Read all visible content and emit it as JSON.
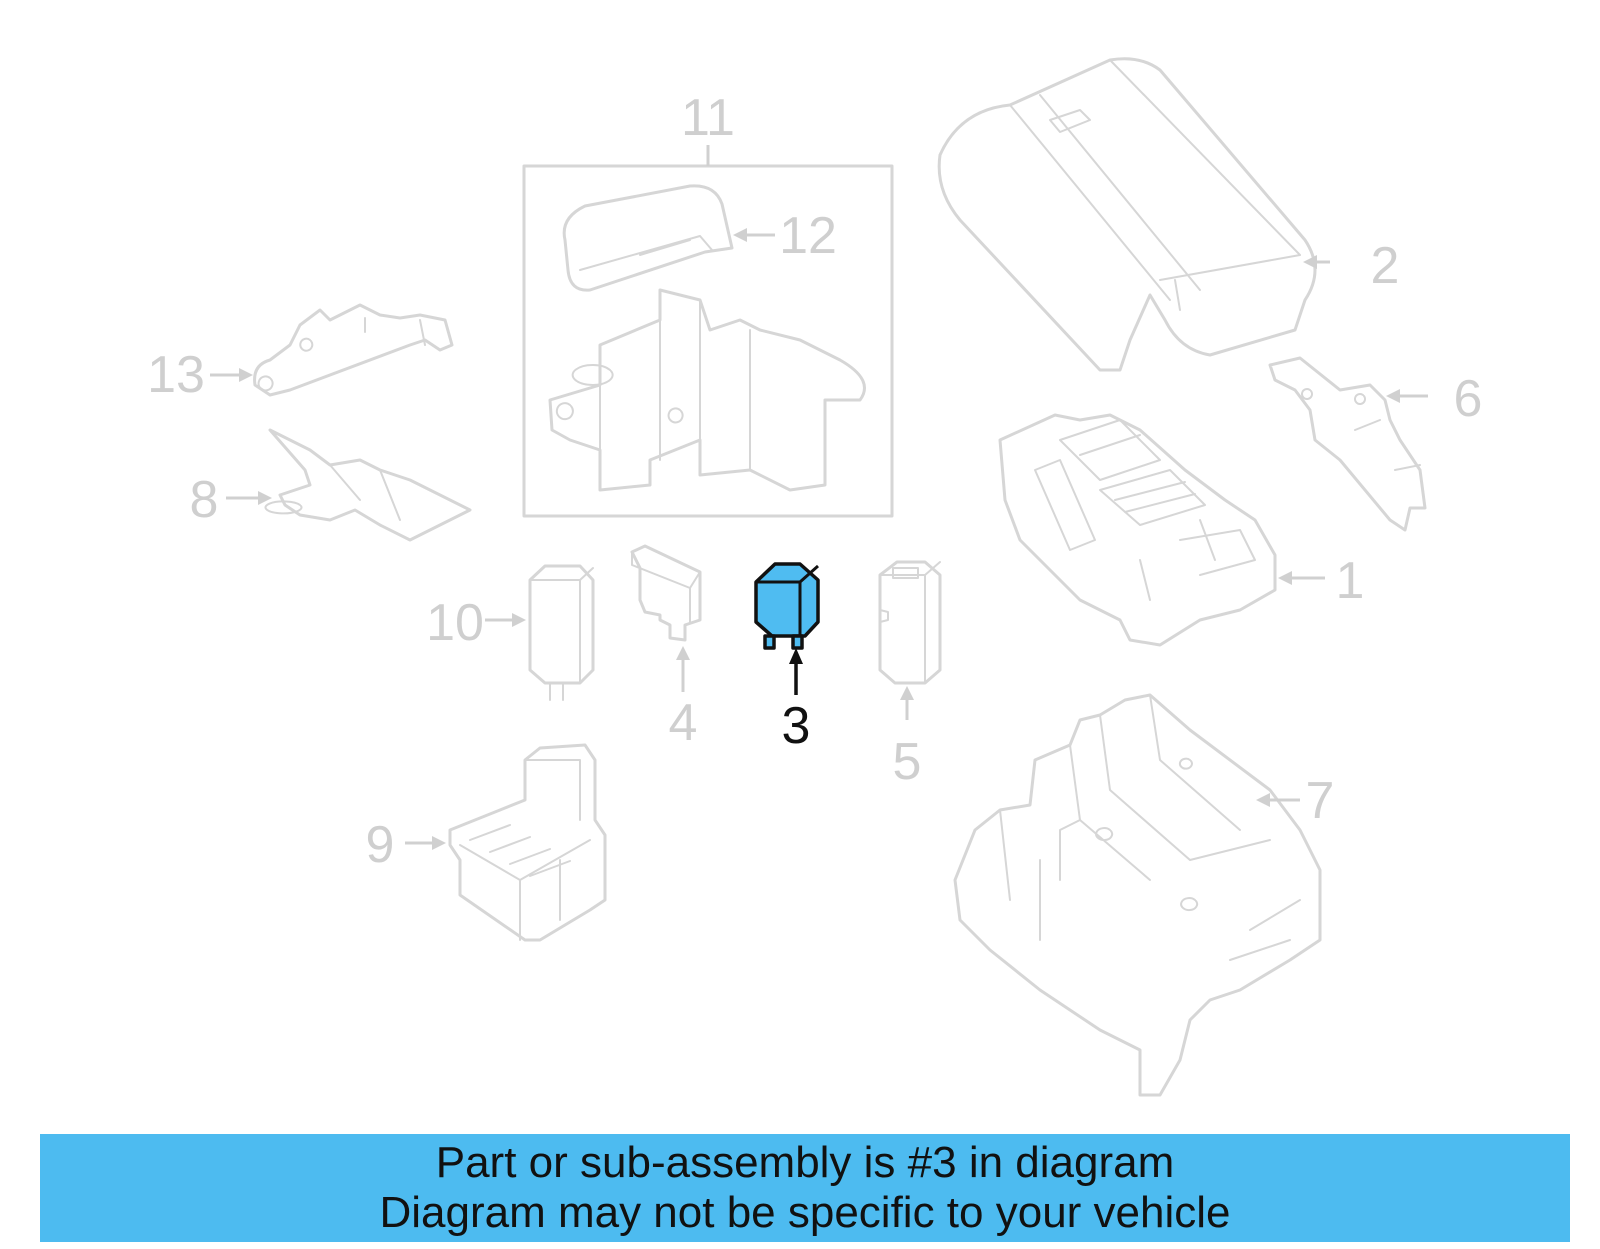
{
  "callouts": {
    "c1": "1",
    "c2": "2",
    "c3": "3",
    "c4": "4",
    "c5": "5",
    "c6": "6",
    "c7": "7",
    "c8": "8",
    "c9": "9",
    "c10": "10",
    "c11": "11",
    "c12": "12",
    "c13": "13"
  },
  "highlighted_part": "3",
  "banner": {
    "line1": "Part or sub-assembly is #3 in diagram",
    "line2": "Diagram may not be specific to your vehicle"
  },
  "colors": {
    "highlight": "#4fbcf1",
    "banner_bg": "#4dbbf0",
    "part_lines": "#d6d6d6",
    "callout_text": "#cfcfcf"
  }
}
